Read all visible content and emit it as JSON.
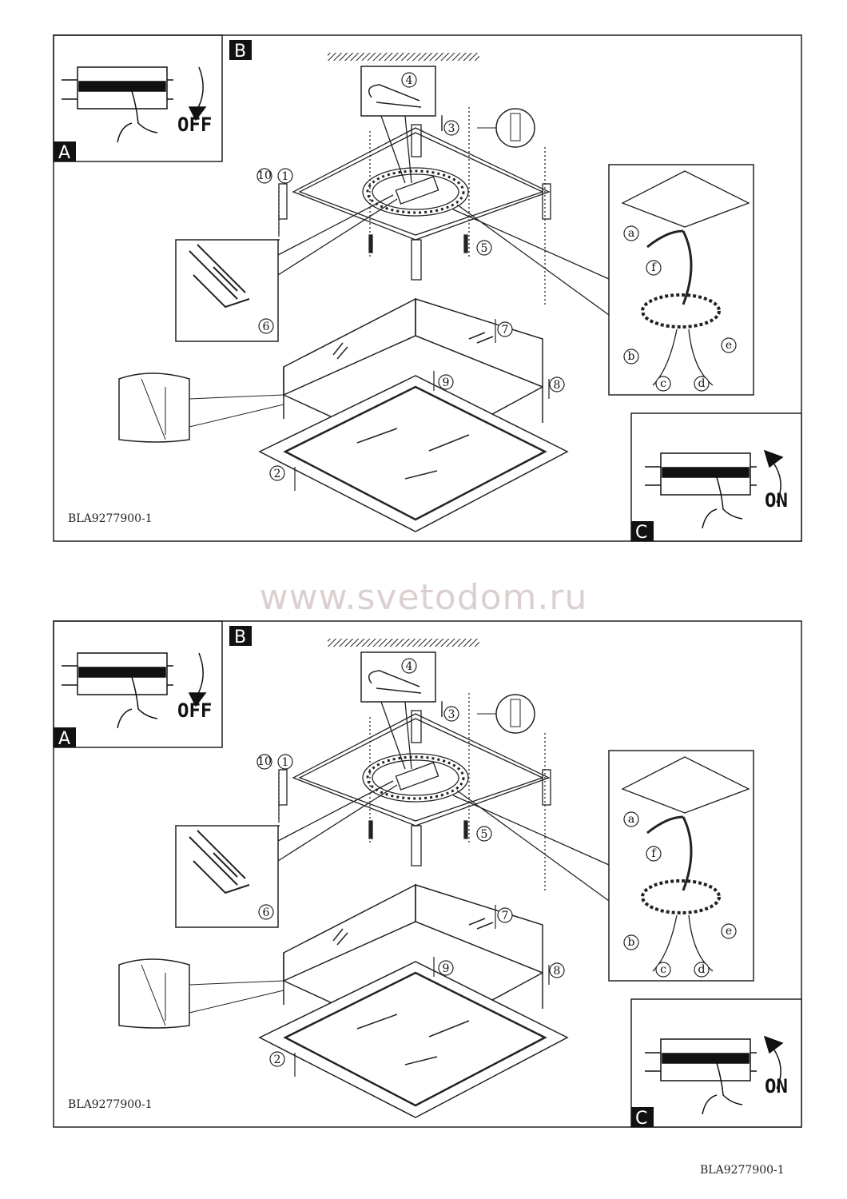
{
  "panels": [
    {
      "box_a_label": "A",
      "box_b_label": "B",
      "box_c_label": "C",
      "off_text": "OFF",
      "on_text": "ON",
      "code": "BLA9277900-1",
      "steps": {
        "s1": "1",
        "s2": "2",
        "s3": "3",
        "s4": "4",
        "s5": "5",
        "s6": "6",
        "s7": "7",
        "s8": "8",
        "s9": "9",
        "s10": "10"
      },
      "letters": {
        "a": "a",
        "b": "b",
        "c": "c",
        "d": "d",
        "e": "e",
        "f": "f"
      }
    },
    {
      "box_a_label": "A",
      "box_b_label": "B",
      "box_c_label": "C",
      "off_text": "OFF",
      "on_text": "ON",
      "code": "BLA9277900-1",
      "steps": {
        "s1": "1",
        "s2": "2",
        "s3": "3",
        "s4": "4",
        "s5": "5",
        "s6": "6",
        "s7": "7",
        "s8": "8",
        "s9": "9",
        "s10": "10"
      },
      "letters": {
        "a": "a",
        "b": "b",
        "c": "c",
        "d": "d",
        "e": "e",
        "f": "f"
      }
    }
  ],
  "watermark": "www.svetodom.ru",
  "footer_code": "BLA9277900-1",
  "colors": {
    "ink": "#111111",
    "watermark": "#dccfcf"
  }
}
